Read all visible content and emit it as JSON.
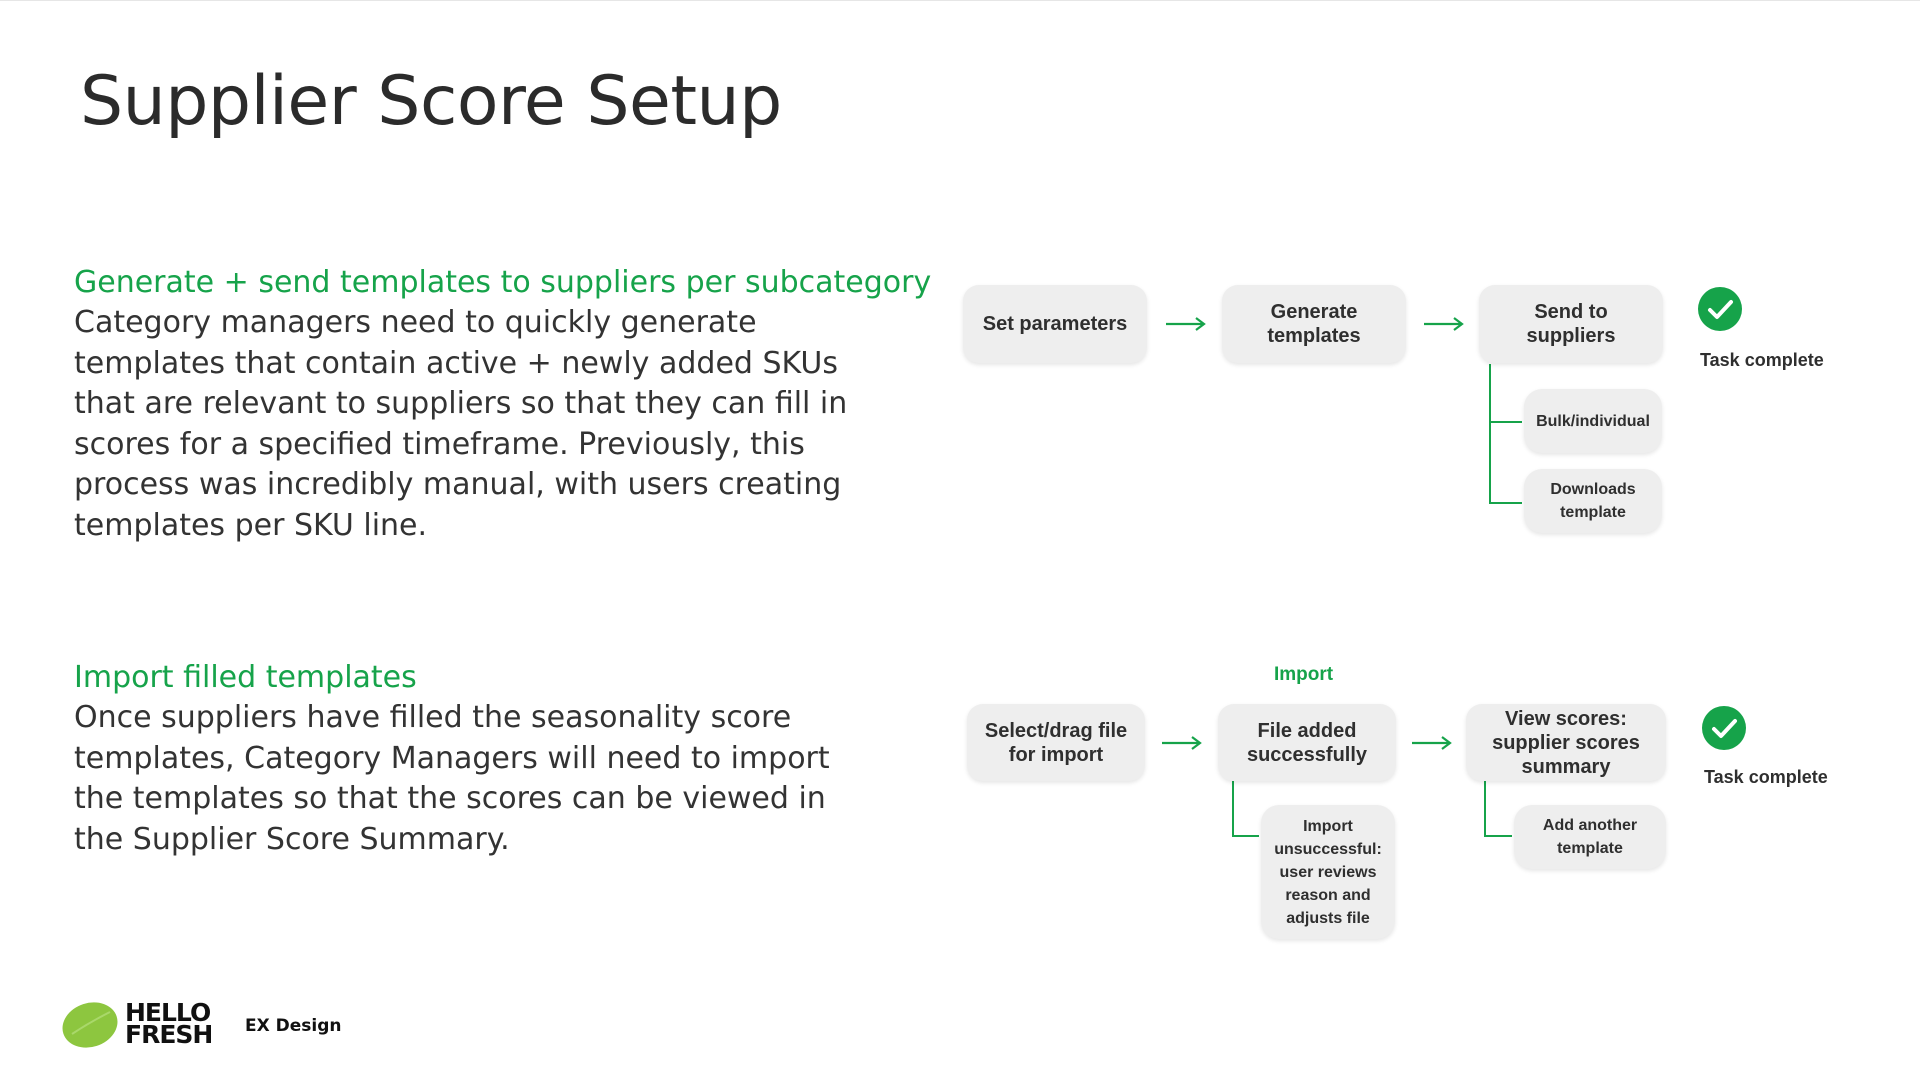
{
  "title": "Supplier Score Setup",
  "sections": [
    {
      "heading": "Generate + send templates to suppliers per subcategory",
      "body": "Category managers need to quickly generate templates that contain active + newly added SKUs that are relevant to suppliers so that they can fill in scores for a specified timeframe. Previously, this process was incredibly manual, with users creating templates per SKU line."
    },
    {
      "heading": "Import filled templates",
      "body": "Once suppliers have filled the seasonality score templates, Category Managers will need to import the templates so that the scores can be viewed in the Supplier Score Summary."
    }
  ],
  "flow1": {
    "steps": [
      "Set parameters",
      "Generate templates",
      "Send to suppliers"
    ],
    "substeps": [
      "Bulk/individual",
      "Downloads template"
    ],
    "complete_label": "Task complete"
  },
  "flow2": {
    "group_label": "Import",
    "steps": [
      "Select/drag file for import",
      "File added successfully",
      "View scores: supplier scores summary"
    ],
    "substeps": [
      "Import unsuccessful: user reviews reason and adjusts file",
      "Add another template"
    ],
    "complete_label": "Task complete"
  },
  "footer": {
    "logo_line1": "HELLO",
    "logo_line2": "FRESH",
    "label": "EX Design"
  },
  "colors": {
    "accent": "#16a34a",
    "node_bg": "#eeeeee",
    "text": "#333333"
  },
  "icons": [
    "arrow-right-icon",
    "checkmark-icon",
    "hellofresh-lime-logo"
  ]
}
